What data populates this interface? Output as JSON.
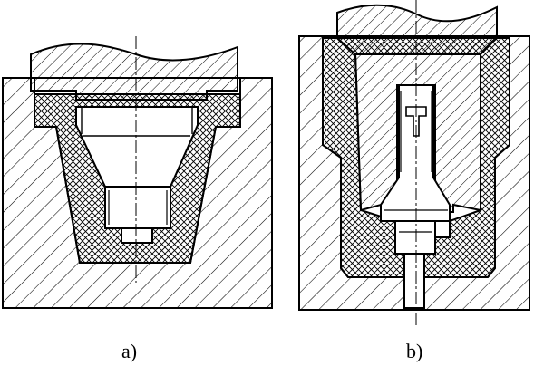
{
  "figure": {
    "panels": [
      {
        "id": "a",
        "caption": "a)"
      },
      {
        "id": "b",
        "caption": "b)"
      }
    ],
    "colors": {
      "line": "#000000",
      "background": "#ffffff"
    }
  }
}
